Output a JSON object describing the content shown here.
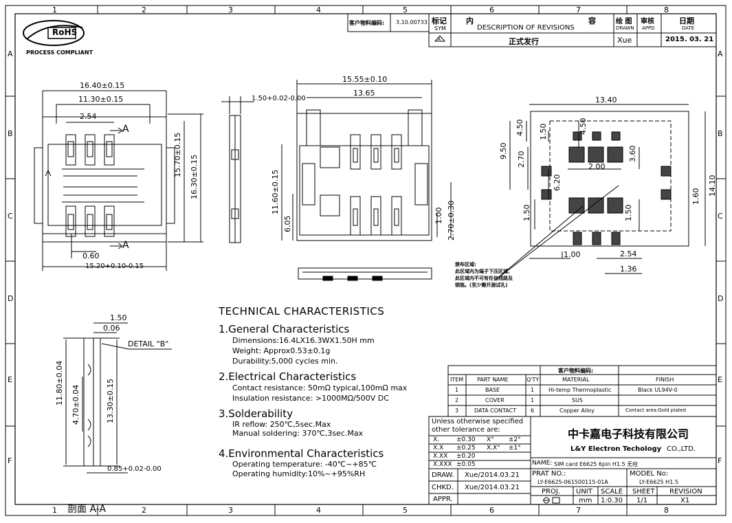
{
  "frame": {
    "col_marks": [
      "1",
      "2",
      "3",
      "4",
      "5",
      "6",
      "7",
      "8"
    ],
    "row_marks": [
      "A",
      "B",
      "C",
      "D",
      "E",
      "F"
    ]
  },
  "logo": {
    "text": "RoHS",
    "caption": "PROCESS COMPLIANT"
  },
  "header": {
    "part_no_label": "客户物料编码:",
    "part_no_value": "3.10.00733",
    "rev_col_mark": "标记",
    "rev_col_mark_en": "SYM",
    "rev_col_desc_cn_1": "内",
    "rev_col_desc_cn_2": "容",
    "rev_col_desc_en": "DESCRIPTION OF REVISIONS",
    "rev_col_drawn_cn": "绘 图",
    "rev_col_drawn_en": "DRAWN",
    "rev_col_appd_cn": "审核",
    "rev_col_appd_en": "APPD",
    "rev_col_date_cn": "日期",
    "rev_col_date_en": "DATE",
    "rev_row_mark": "A",
    "rev_row_desc": "正式发行",
    "rev_row_drawn": "Xue",
    "rev_row_date": "2015. 03. 21"
  },
  "dims": {
    "top_width": "16.40±0.15",
    "inner_width": "11.30±0.15",
    "pitch": "2.54",
    "section_a": "A",
    "height_1": "15.70±0.15",
    "height_2": "16.30±0.15",
    "offset": "0.60",
    "bottom_width": "15.20+0.10-0.15",
    "thick": "1.50+0.02-0.00",
    "bot_width_main": "15.55±0.10",
    "bot_inner": "13.65",
    "bot_h1": "11.60±0.15",
    "bot_h2": "6.05",
    "bot_h3": "1.00",
    "bot_h4": "2.70±0.30",
    "fp_width": "13.40",
    "fp_h1": "9.50",
    "fp_h2": "4.50",
    "fp_h3": "1.50",
    "fp_h4": "4.50",
    "fp_h5": "2.70",
    "fp_pitch": "2.00",
    "fp_h6": "3.60",
    "fp_h7": "6.20",
    "fp_h8": "14.10",
    "fp_h9": "1.60",
    "fp_h10": "1.50",
    "fp_h11": "1.50",
    "fp_h12": "1.00",
    "fp_pitch2": "2.54",
    "fp_w2": "1.36",
    "sec_w1": "1.50",
    "sec_w2": "0.06",
    "sec_detail": "DETAIL \"B\"",
    "sec_h1": "11.80±0.04",
    "sec_h2": "4.70±0.04",
    "sec_h3": "13.30±0.15",
    "sec_w3": "0.85+0.02-0.00",
    "sec_label": "剖面 A-A"
  },
  "footprint_note": [
    "禁布区域:",
    "此区域内为端子下压区域,",
    "此区域内不可有任何线路及",
    "铜箔。(至少需开测试孔)"
  ],
  "tech": {
    "title": "TECHNICAL  CHARACTERISTICS",
    "s1_title": "1.General  Characteristics",
    "s1_l1": "Dimensions:16.4LX16.3WX1.50H  mm",
    "s1_l2": "Weight: Approx0.53±0.1g",
    "s1_l3": "Durability:5,000  cycles min.",
    "s2_title": "2.Electrical  Characteristics",
    "s2_l1": "Contact  resistance: 50mΩ  typical,100mΩ  max",
    "s2_l2": "Insulation  resistance: >1000MΩ/500V DC",
    "s3_title": "3.Solderability",
    "s3_l1": "IR  reflow: 250℃,5sec.Max",
    "s3_l2": "Manual  soldering: 370℃,3sec.Max",
    "s4_title": "4.Environmental  Characteristics",
    "s4_l1": "Operating  temperature: -40℃~+85℃",
    "s4_l2": "Operating  humidity:10%~+95%RH"
  },
  "bom": {
    "caption": "客户物料编码:",
    "headers": [
      "ITEM",
      "PART NAME",
      "Q'TY",
      "MATERIAL",
      "FINISH"
    ],
    "rows": [
      [
        "1",
        "BASE",
        "1",
        "Hi-temp Thermoplastic",
        "Black UL94V-0"
      ],
      [
        "2",
        "COVER",
        "1",
        "SUS",
        ""
      ],
      [
        "3",
        "DATA CONTACT",
        "6",
        "Copper Alloy",
        "Contact area:Gold plated"
      ]
    ]
  },
  "tolerance": {
    "title_1": "Unless  otherwise specified",
    "title_2": "other  tolerance  are:",
    "rows": [
      [
        "X.",
        "±0.30",
        "X°",
        "±2°"
      ],
      [
        "X.X",
        "±0.25",
        "X.X°",
        "±1°"
      ],
      [
        "X.XX",
        "±0.20",
        "",
        ""
      ],
      [
        "X.XXX",
        "±0.05",
        "",
        ""
      ]
    ]
  },
  "title_block": {
    "company_cn": "中卡嘉电子科技有限公司",
    "company_en_bold": "L&Y Electron Techology",
    "company_en_suffix": " CO.,LTD.",
    "name_label": "NAME:",
    "name_value": "SIM card  E6625 6pin H1.5 无柱",
    "prat_label": "PRAT NO.:",
    "prat_value": "LY-E6625-061500115-01A",
    "model_label": "MODEL No:",
    "model_value": "LY-E6625 H1.5",
    "draw_label": "DRAW.",
    "draw_value": "Xue/2014.03.21",
    "chkd_label": "CHKD.",
    "chkd_value": "Xue/2014.03.21",
    "appr_label": "APPR.",
    "proj_label": "PROJ.",
    "unit_label": "UNIT",
    "unit_value": "mm",
    "scale_label": "SCALE",
    "scale_value": "1:0.30",
    "sheet_label": "SHEET",
    "sheet_value": "1/1",
    "rev_label": "REVISION",
    "rev_value": "X1"
  }
}
